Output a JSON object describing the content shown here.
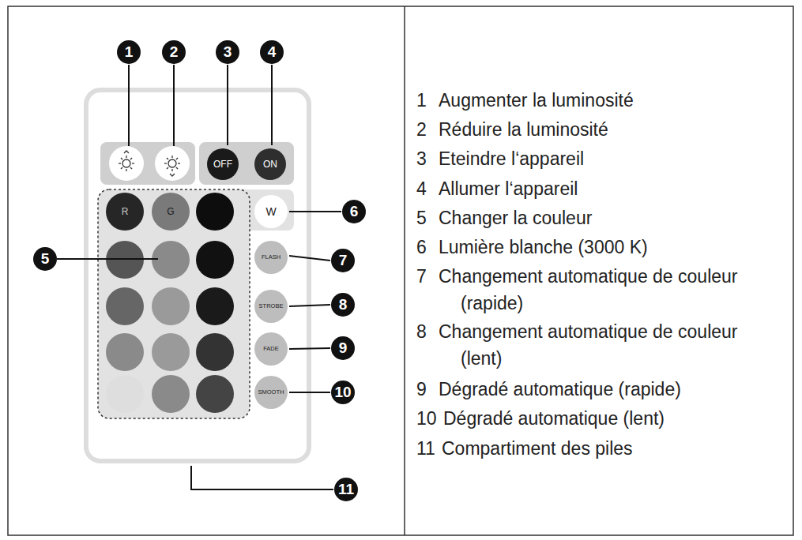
{
  "diagram": {
    "nodes": [
      {
        "text": [
          "OFF"
        ]
      },
      {
        "text": [
          "ON"
        ]
      },
      {
        "text": [
          "R"
        ]
      },
      {
        "text": [
          "G"
        ]
      },
      {
        "text": [
          "W"
        ]
      },
      {
        "text": [
          "FLASH"
        ]
      },
      {
        "text": [
          "STROBE"
        ]
      },
      {
        "text": [
          "FADE"
        ]
      },
      {
        "text": [
          "SMOOTH"
        ]
      }
    ],
    "labels": [
      "1",
      "2",
      "3",
      "4",
      "5",
      "6",
      "7",
      "8",
      "9",
      "10",
      "11",
      "1",
      "Augmenter la luminosité",
      "2",
      "Réduire la luminosité",
      "3",
      "Eteindre l‘appareil",
      "4",
      "Allumer l‘appareil",
      "5",
      "Changer la couleur",
      "6",
      "Lumière blanche (3000 K)",
      "7",
      "Changement automatique de couleur (rapide)",
      "8",
      "Changement automatique de couleur (lent)",
      "9",
      "Dégradé automatique (rapide)",
      "10",
      "Dégradé automatique (lent)",
      "11",
      "Compartiment des piles"
    ]
  }
}
